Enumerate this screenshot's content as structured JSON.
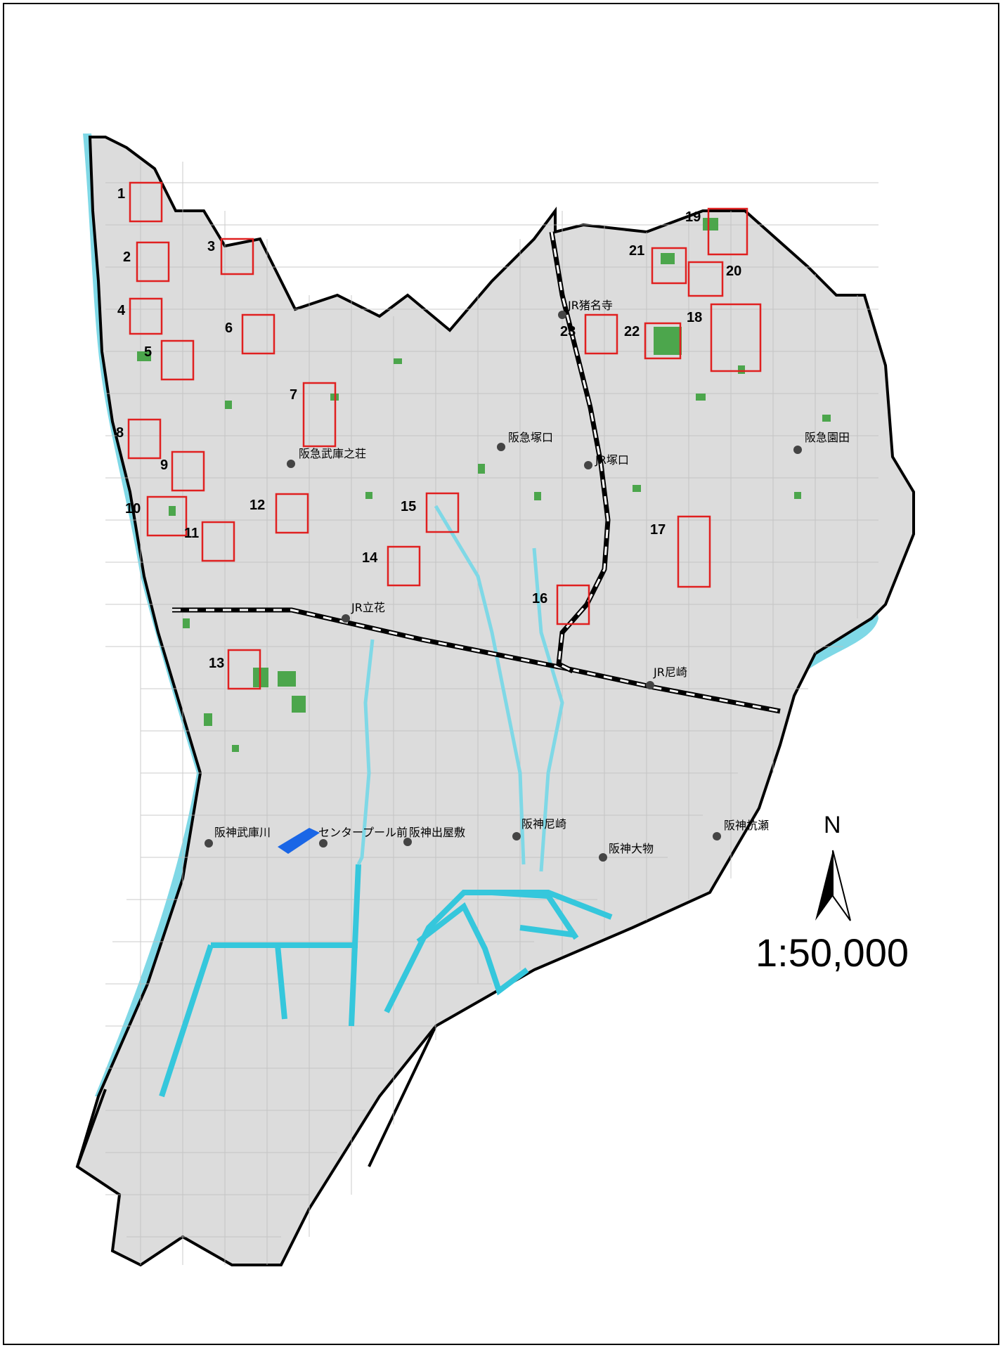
{
  "map": {
    "north_label": "N",
    "scale": "1:50,000",
    "colors": {
      "river": "#7fd8e6",
      "boundary": "#000000",
      "urban": "#dcdcdc",
      "site_box": "#e02020",
      "green": "#4ca64c",
      "pool": "#1a66e6",
      "station": "#444444"
    },
    "stations": [
      {
        "id": "hankyu-mukonoso",
        "name": "阪急武庫之荘"
      },
      {
        "id": "hankyu-tsukaguchi",
        "name": "阪急塚口"
      },
      {
        "id": "jr-tsukaguchi",
        "name": "JR塚口"
      },
      {
        "id": "jr-inadera",
        "name": "JR猪名寺"
      },
      {
        "id": "hankyu-sonoda",
        "name": "阪急園田"
      },
      {
        "id": "jr-tachibana",
        "name": "JR立花"
      },
      {
        "id": "jr-amagasaki",
        "name": "JR尼崎"
      },
      {
        "id": "hanshin-mukogawa",
        "name": "阪神武庫川"
      },
      {
        "id": "center-pool-mae",
        "name": "センタープール前"
      },
      {
        "id": "hanshin-deyashiki",
        "name": "阪神出屋敷"
      },
      {
        "id": "hanshin-amagasaki",
        "name": "阪神尼崎"
      },
      {
        "id": "hanshin-daimotsu",
        "name": "阪神大物"
      },
      {
        "id": "hanshin-kuise",
        "name": "阪神杭瀬"
      }
    ],
    "sites": [
      "1",
      "2",
      "3",
      "4",
      "5",
      "6",
      "7",
      "8",
      "9",
      "10",
      "11",
      "12",
      "13",
      "14",
      "15",
      "16",
      "17",
      "18",
      "19",
      "20",
      "21",
      "22",
      "23"
    ]
  }
}
